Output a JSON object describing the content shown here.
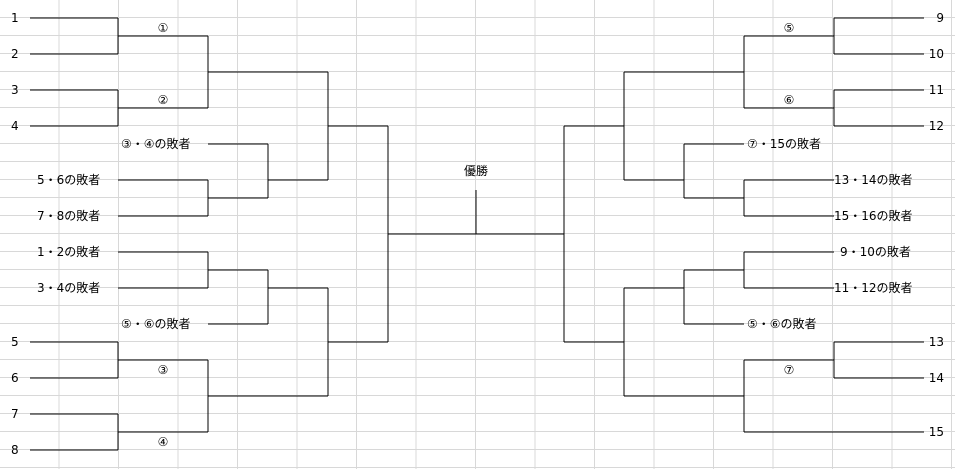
{
  "left_entries": [
    "1",
    "2",
    "3",
    "4",
    "5",
    "6",
    "7",
    "8"
  ],
  "right_entries": [
    "9",
    "10",
    "11",
    "12",
    "13",
    "14",
    "15"
  ],
  "left_matches": [
    "①",
    "②",
    "③",
    "④"
  ],
  "right_matches": [
    "⑤",
    "⑥",
    "⑦"
  ],
  "left_consolation": [
    "③・④の敗者",
    "5・6の敗者",
    "7・8の敗者",
    "1・2の敗者",
    "3・4の敗者",
    "⑤・⑥の敗者"
  ],
  "right_consolation": [
    "⑦・15の敗者",
    "13・14の敗者",
    "15・16の敗者",
    "9・10の敗者",
    "11・12の敗者",
    "⑤・⑥の敗者"
  ],
  "final_label": "優勝"
}
